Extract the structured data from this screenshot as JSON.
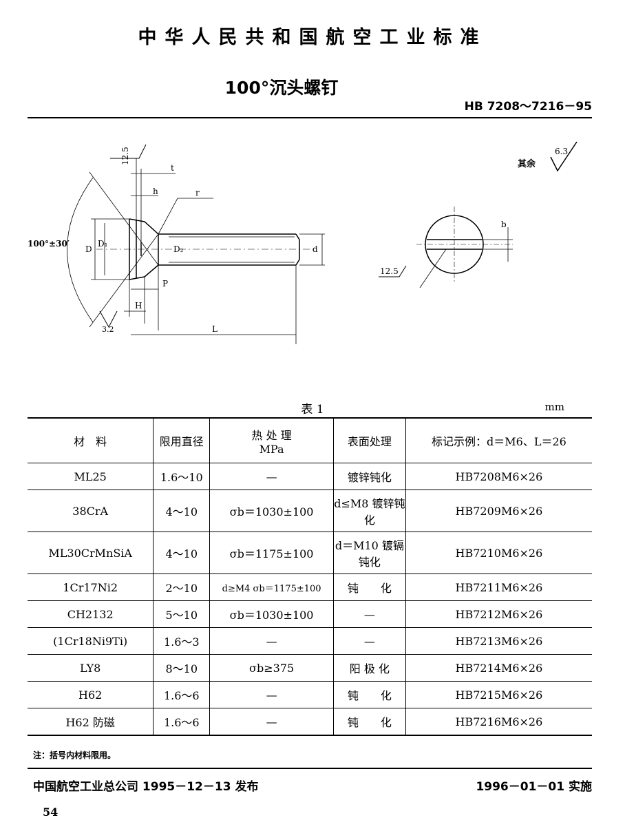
{
  "header": {
    "organization": "中华人民共和国航空工业标准",
    "title": "100°沉头螺钉",
    "standard_number": "HB 7208～7216－95"
  },
  "drawing": {
    "roughness_label": "其余",
    "roughness_general": "6.3",
    "roughness_top": "12.5",
    "roughness_slot": "12.5",
    "roughness_cone": "3.2",
    "angle": "100°±30′",
    "dim_t": "t",
    "dim_h": "h",
    "dim_r": "r",
    "dim_D": "D",
    "dim_D1": "D₁",
    "dim_D2": "D₂",
    "dim_d": "d",
    "dim_P": "P",
    "dim_H": "H",
    "dim_L": "L",
    "dim_b": "b"
  },
  "table": {
    "caption": "表 1",
    "unit": "mm",
    "headers": {
      "material": "材　料",
      "diameter": "限用直径",
      "heat_treatment": "热 处 理",
      "heat_unit": "MPa",
      "surface": "表面处理",
      "marking": "标记示例：d＝M6、L＝26"
    },
    "rows": [
      {
        "material": "ML25",
        "diameter": "1.6～10",
        "heat": "—",
        "surface": "镀锌钝化",
        "marking": "HB7208M6×26"
      },
      {
        "material": "38CrA",
        "diameter": "4～10",
        "heat": "σb＝1030±100",
        "surface": "d≤M8 镀锌钝化",
        "marking": "HB7209M6×26"
      },
      {
        "material": "ML30CrMnSiA",
        "diameter": "4～10",
        "heat": "σb＝1175±100",
        "surface": "d＝M10 镀镉钝化",
        "marking": "HB7210M6×26"
      },
      {
        "material": "1Cr17Ni2",
        "diameter": "2～10",
        "heat": "d≥M4 σb＝1175±100",
        "surface": "钝　　化",
        "marking": "HB7211M6×26"
      },
      {
        "material": "CH2132",
        "diameter": "5～10",
        "heat": "σb＝1030±100",
        "surface": "—",
        "marking": "HB7212M6×26"
      },
      {
        "material": "(1Cr18Ni9Ti)",
        "diameter": "1.6～3",
        "heat": "—",
        "surface": "—",
        "marking": "HB7213M6×26"
      },
      {
        "material": "LY8",
        "diameter": "8～10",
        "heat": "σb≥375",
        "surface": "阳 极 化",
        "marking": "HB7214M6×26"
      },
      {
        "material": "H62",
        "diameter": "1.6～6",
        "heat": "—",
        "surface": "钝　　化",
        "marking": "HB7215M6×26"
      },
      {
        "material": "H62 防磁",
        "diameter": "1.6～6",
        "heat": "—",
        "surface": "钝　　化",
        "marking": "HB7216M6×26"
      }
    ],
    "note": "注：括号内材料限用。"
  },
  "footer": {
    "issued": "中国航空工业总公司 1995－12－13 发布",
    "implemented": "1996－01－01 实施",
    "page": "54"
  }
}
